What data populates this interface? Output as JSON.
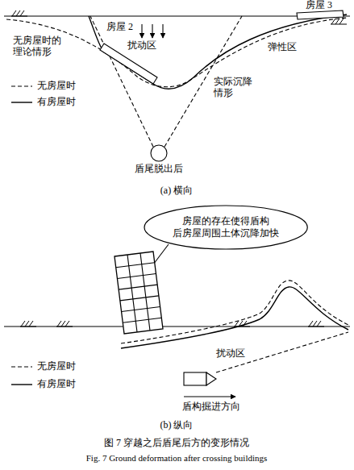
{
  "diagram": {
    "caption": "图 7 穿越之后盾尾后方的变形情况",
    "nodes": [
      {
        "text": [
          "房屋的存在使得盾构 后房屋周围土体沉降加快"
        ]
      }
    ],
    "labels": [
      "房屋 3",
      "房屋 2",
      "扰动区",
      "无房屋时的 理论情形",
      "实际沉降 情形",
      "弹性区",
      "盾尾脱出后",
      "(a) 横向",
      "扰动区",
      "盾构掘进方向",
      "(b) 纵向",
      "Fig. 7 Ground deformation after crossing buildings"
    ],
    "legend": [
      {
        "text": "无房屋时"
      },
      {
        "text": "有房屋时"
      },
      {
        "text": "无房屋时"
      },
      {
        "text": "有房屋时"
      }
    ]
  }
}
